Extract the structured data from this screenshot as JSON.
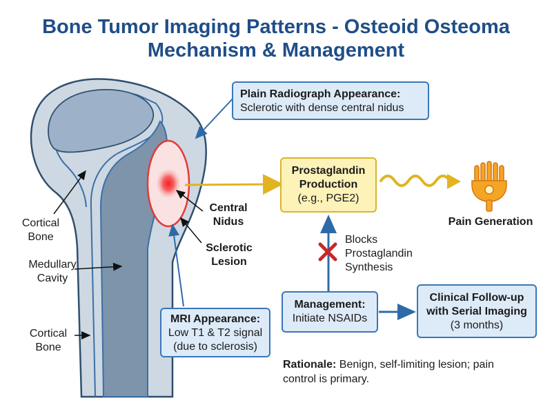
{
  "title": {
    "line1": "Bone Tumor Imaging Patterns - Osteoid Osteoma",
    "line2": "Mechanism & Management"
  },
  "anatomy_labels": {
    "cortical_bone_upper": [
      "Cortical",
      "Bone"
    ],
    "medullary_cavity": [
      "Medullary",
      "Cavity"
    ],
    "cortical_bone_lower": [
      "Cortical",
      "Bone"
    ],
    "central_nidus": [
      "Central",
      "Nidus"
    ],
    "sclerotic_lesion": [
      "Sclerotic",
      "Lesion"
    ]
  },
  "radiograph_box": {
    "heading": "Plain Radiograph Appearance:",
    "text": "Sclerotic with dense central nidus"
  },
  "mri_box": {
    "heading": "MRI Appearance:",
    "line1": "Low T1 & T2 signal",
    "line2": "(due to sclerosis)"
  },
  "prostaglandin_box": {
    "line1": "Prostaglandin",
    "line2": "Production",
    "line3": "(e.g., PGE2)"
  },
  "pain_label": "Pain Generation",
  "blocks_label": [
    "Blocks",
    "Prostaglandin",
    "Synthesis"
  ],
  "management_box": {
    "heading": "Management:",
    "text": "Initiate NSAIDs"
  },
  "followup_box": {
    "line1": "Clinical Follow-up",
    "line2": "with Serial Imaging",
    "line3": "(3 months)"
  },
  "rationale": {
    "label": "Rationale:",
    "text": " Benign, self-limiting lesion; pain",
    "text2": "control is primary."
  },
  "colors": {
    "title": "#1f4e87",
    "box_blue": "#ddeaf7",
    "box_border": "#3a76b7",
    "prostaglandin_fill": "#fdf2b8",
    "lesion_red": "#e53935",
    "arrow_yellow": "#e0b422",
    "block_x": "#c62828",
    "nerve_orange": "#f39c12"
  },
  "icons": [
    "bone-illustration",
    "nerve-receptor-icon",
    "block-x-icon",
    "wavy-arrow-icon"
  ]
}
